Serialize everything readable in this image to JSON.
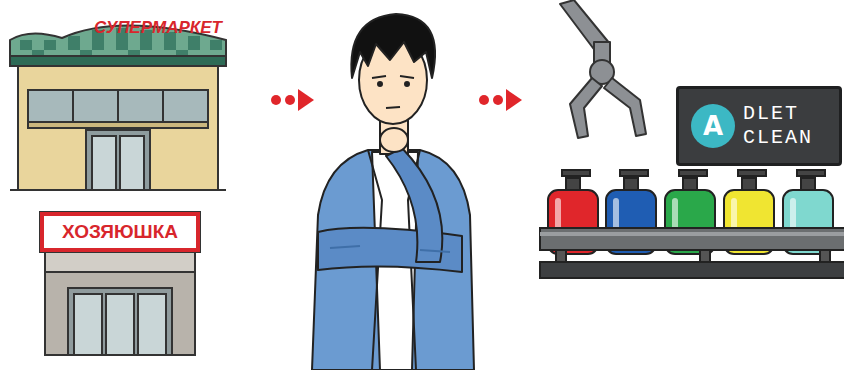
{
  "diagram": {
    "nodes": [
      {
        "text": [
          "СУПЕРМАРКЕТ"
        ]
      },
      {
        "text": [
          "ХОЗЯЮШКА"
        ]
      },
      {
        "text": [
          "A",
          "DLET CLEAN"
        ]
      }
    ]
  }
}
